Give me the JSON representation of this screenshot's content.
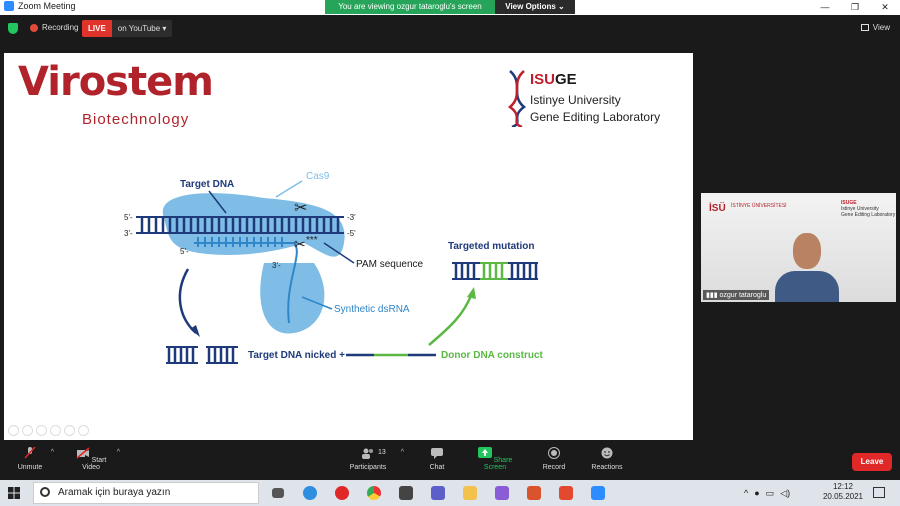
{
  "window": {
    "title": "Zoom Meeting",
    "banner_text": "You are viewing ozgur tataroglu's screen",
    "view_options": "View Options"
  },
  "topbar": {
    "recording": "Recording",
    "live_tag": "LIVE",
    "live_where": "on YouTube",
    "view_label": "View"
  },
  "slide": {
    "company_logo": "Virostem",
    "company_sub": "Biotechnology",
    "lab": {
      "name_red": "ISU",
      "name_dark": "GE",
      "line1": "Istinye University",
      "line2": "Gene Editing Laboratory"
    },
    "diagram": {
      "target_dna": "Target DNA",
      "cas9": "Cas9",
      "pam": "PAM sequence",
      "dsrna": "Synthetic dsRNA",
      "targeted_mutation": "Targeted mutation",
      "nicked": "Target DNA nicked +",
      "donor": "Donor DNA construct",
      "five_prime_top": "5'-",
      "three_prime_top": "-3'",
      "three_prime_bottom": "3'-",
      "five_prime_bottom": "-5'",
      "five_prime_rna": "5'-",
      "three_prime_rna": "3'-"
    }
  },
  "video": {
    "participant_name": "ozgur tataroglu",
    "logo_left": "İSÜ",
    "logo_left_sub": "İSTİNYE ÜNİVERSİTESİ",
    "logo_right_title": "ISUGE",
    "logo_right_l1": "Istinye University",
    "logo_right_l2": "Gene Editing Laboratory"
  },
  "toolbar": {
    "unmute": "Unmute",
    "start_video": "Start Video",
    "participants": "Participants",
    "participants_count": "13",
    "chat": "Chat",
    "share_screen": "Share Screen",
    "record": "Record",
    "reactions": "Reactions",
    "leave": "Leave"
  },
  "taskbar": {
    "search_placeholder": "Aramak için buraya yazın",
    "time": "12:12",
    "date": "20.05.2021"
  },
  "colors": {
    "accent_red": "#b0232b",
    "dna_navy": "#1e3a7a",
    "cas9_blue": "#7fbde6",
    "rna_blue": "#2f86c8",
    "green": "#5ab843",
    "zoom_green": "#26a55a",
    "leave_red": "#e02828"
  }
}
